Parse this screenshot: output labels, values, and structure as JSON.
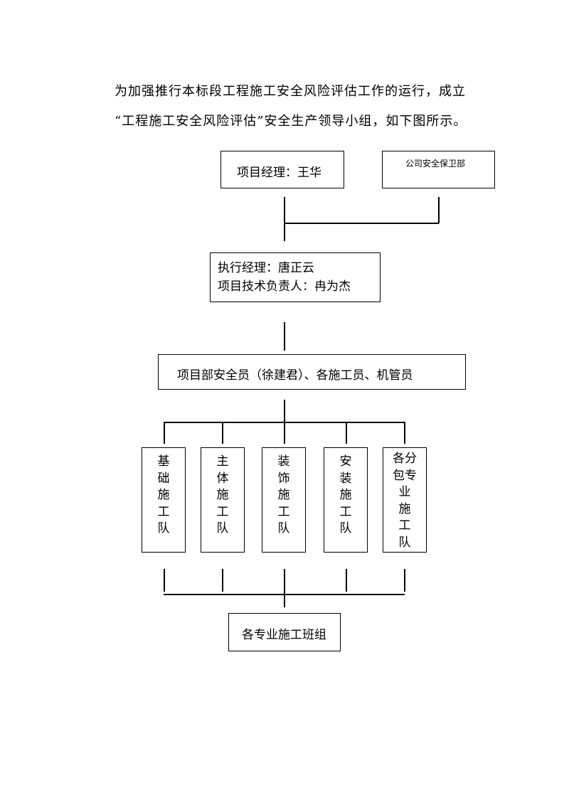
{
  "intro": {
    "line1": "为加强推行本标段工程施工安全风险评估工作的运行，成立",
    "line2": "“工程施工安全风险评估”安全生产领导小组，如下图所示。"
  },
  "org": {
    "manager": "项目经理：王华",
    "security_dept": "公司安全保卫部",
    "exec_manager": "执行经理：唐正云",
    "tech_lead": "项目技术负责人：冉为杰",
    "safety_staff": "项目部安全员（徐建君）、各施工员、机管员",
    "teams": [
      "基\n础\n施\n工\n队",
      "主\n体\n施\n工\n队",
      "装\n饰\n施\n工\n队",
      "安\n装\n施\n工\n队",
      "各分\n包专\n业\n施\n工\n队"
    ],
    "work_groups": "各专业施工班组"
  }
}
